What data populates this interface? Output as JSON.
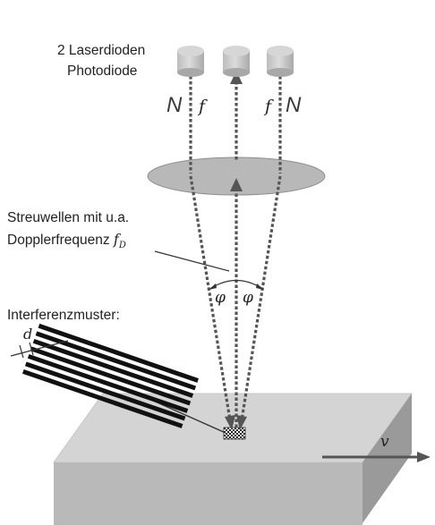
{
  "labels": {
    "source_line1": "2 Laserdioden",
    "source_line2": "Photodiode",
    "scatter_line1": "Streuwellen mit u.a.",
    "scatter_line2": "Dopplerfrequenz",
    "doppler_symbol": "f",
    "doppler_subscript": "D",
    "pattern_title": "Interferenzmuster:",
    "fringe_spacing": "d",
    "velocity": "v",
    "angle_left": "φ",
    "angle_right": "φ",
    "freq_left": "f",
    "freq_right": "f",
    "noise_left": "N",
    "noise_right": "N"
  },
  "colors": {
    "beam": "#555555",
    "lens": "#b8b8b8",
    "diode": "#c4c4c4",
    "block_top": "#d4d4d4",
    "block_front": "#b9b9b9",
    "block_side": "#9a9a9a",
    "fringe": "#111111"
  }
}
